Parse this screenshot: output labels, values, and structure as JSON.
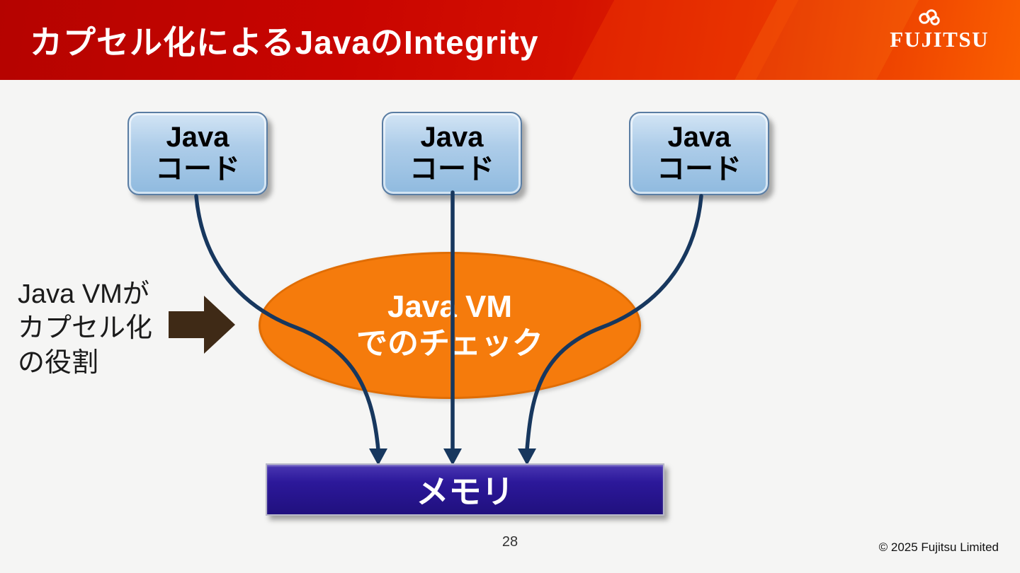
{
  "header": {
    "title": "カプセル化によるJavaのIntegrity",
    "logo_text": "FUJITSU"
  },
  "diagram": {
    "boxes": [
      {
        "line1": "Java",
        "line2": "コード"
      },
      {
        "line1": "Java",
        "line2": "コード"
      },
      {
        "line1": "Java",
        "line2": "コード"
      }
    ],
    "ellipse": {
      "line1": "Java VM",
      "line2": "でのチェック"
    },
    "memory_label": "メモリ",
    "note": {
      "line1": "Java VMが",
      "line2": "カプセル化",
      "line3": "の役割"
    }
  },
  "footer": {
    "page_number": "28",
    "copyright": "© 2025 Fujitsu Limited"
  },
  "colors": {
    "header_red": "#c90500",
    "header_orange": "#f34e00",
    "box_blue": "#aecde9",
    "box_border": "#5a7da3",
    "ellipse_orange": "#f57b0c",
    "memory_navy": "#2c189a",
    "connector_navy": "#17375e",
    "arrow_brown": "#3f2a16"
  }
}
